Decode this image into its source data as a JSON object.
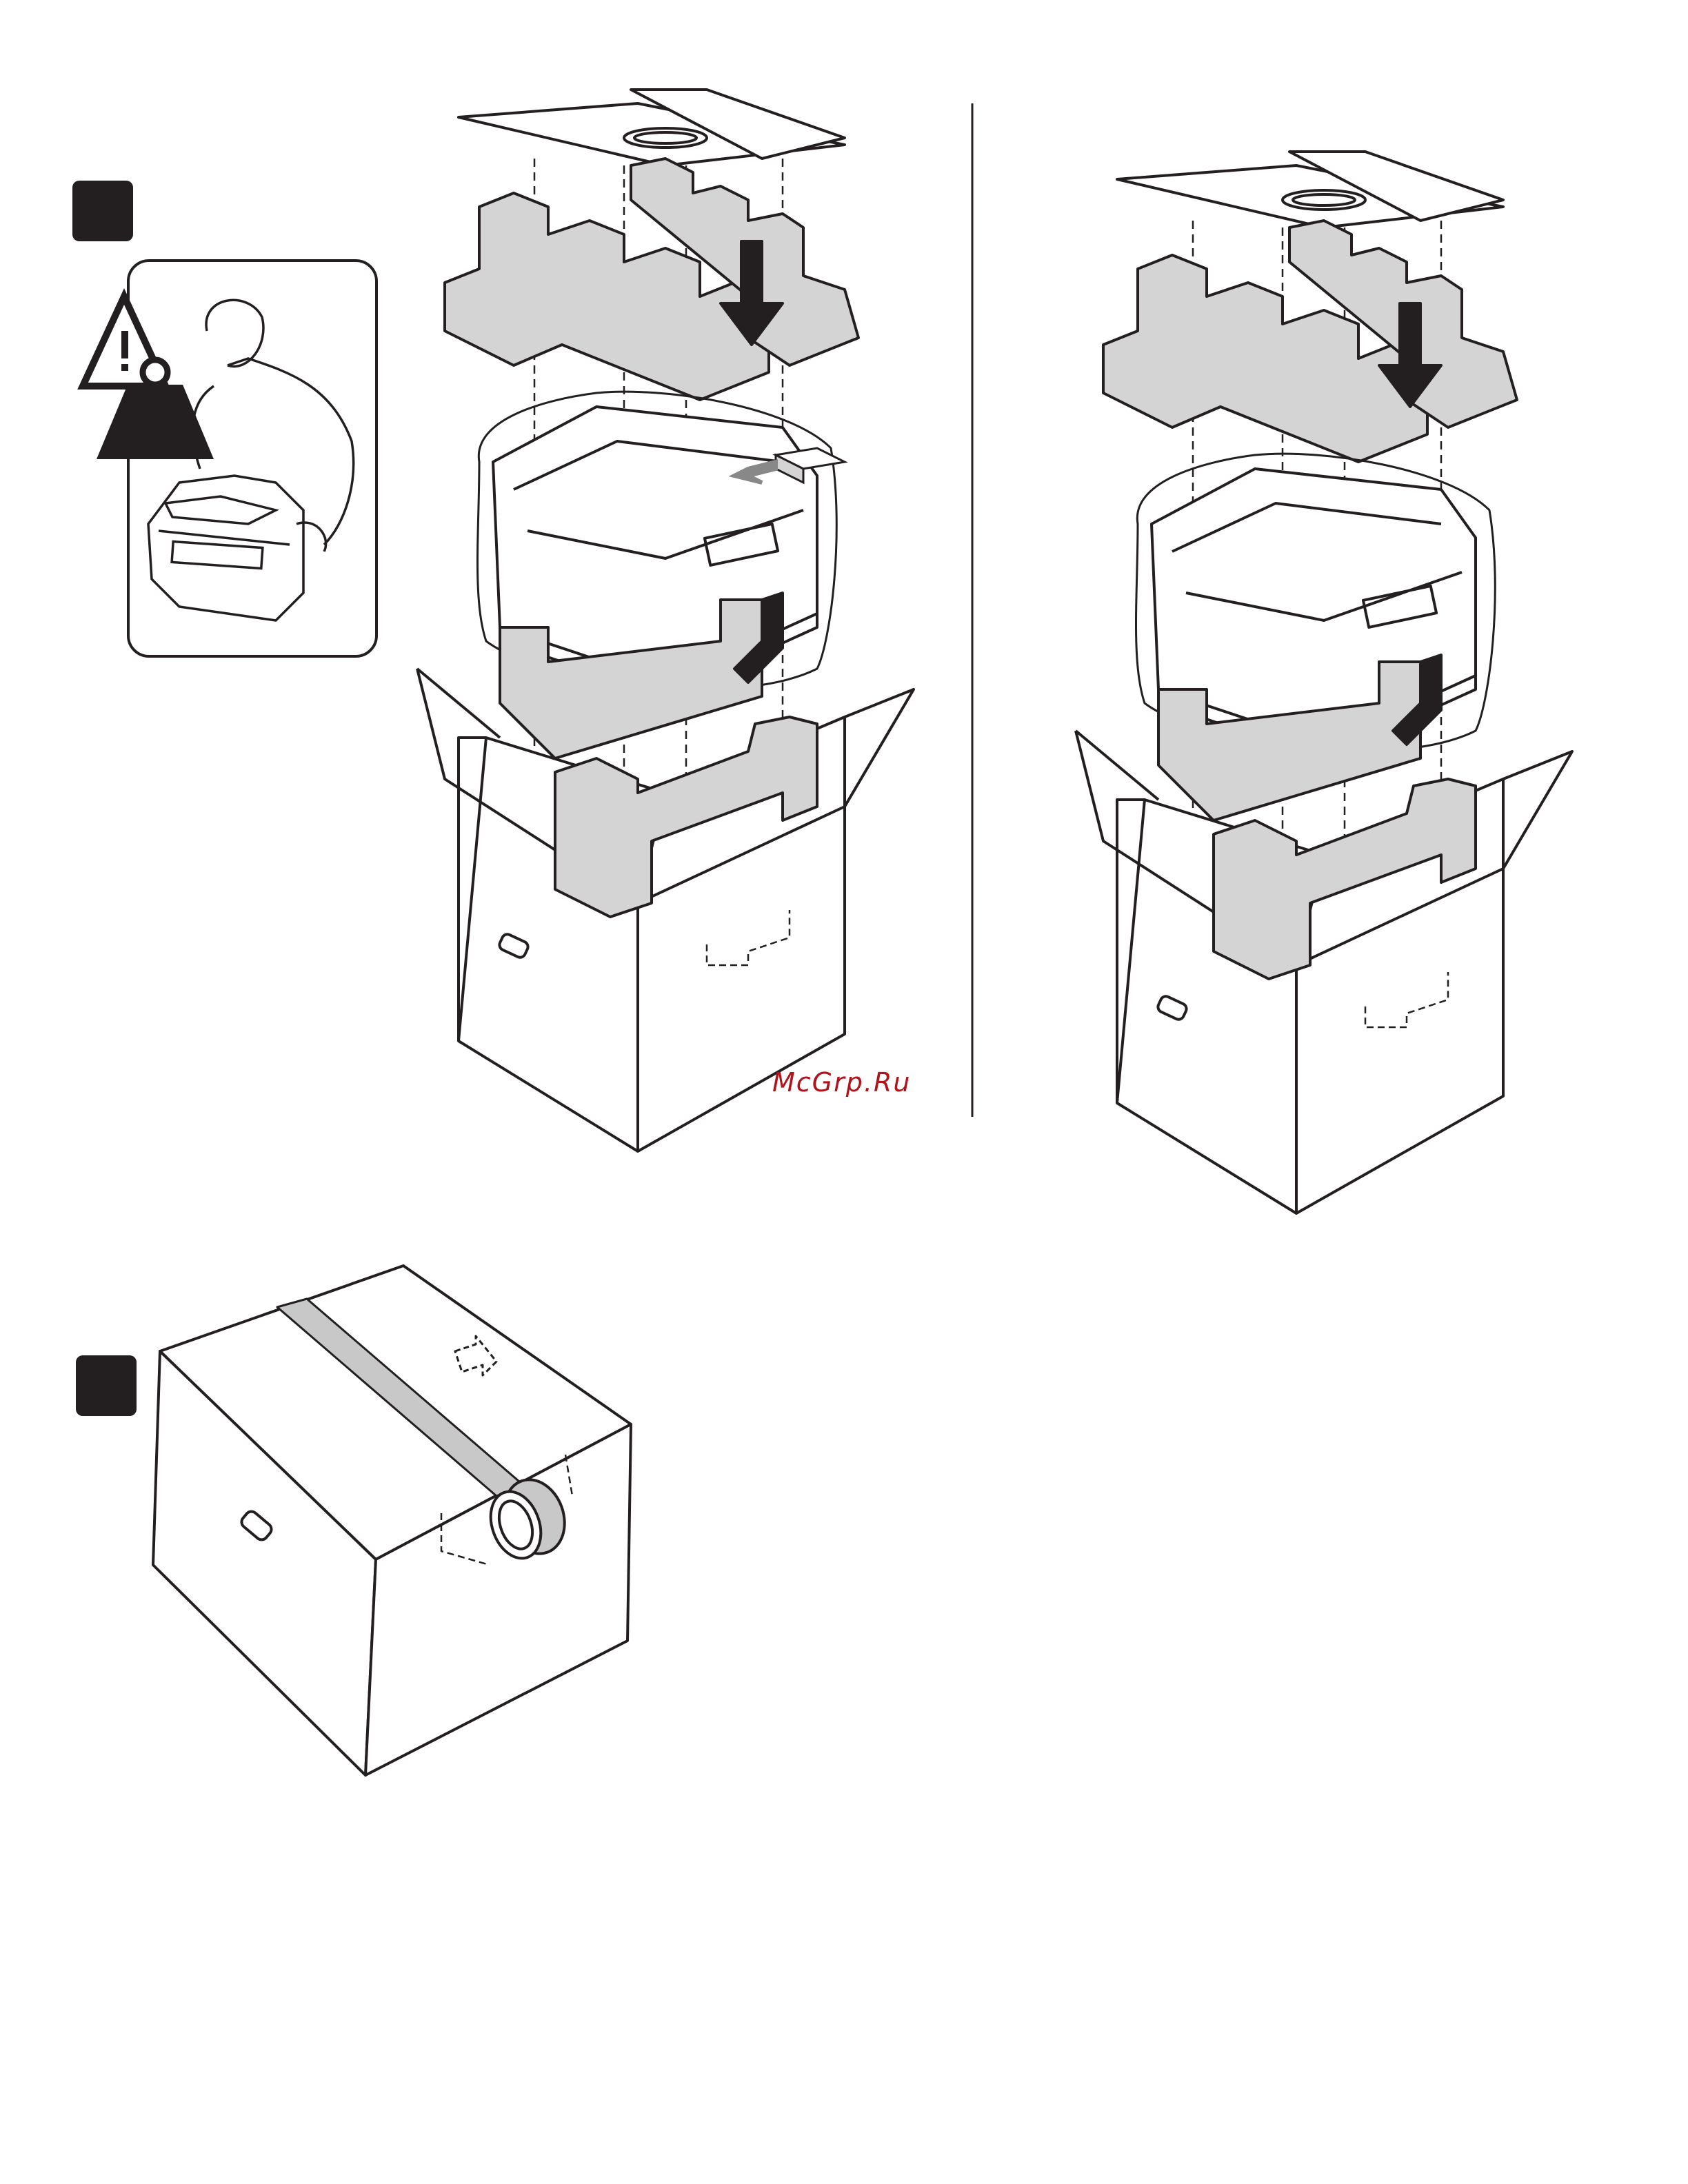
{
  "watermark": {
    "text": "McGrp.Ru",
    "color": "#b0141a"
  },
  "step_markers": [
    {
      "id": "step-1",
      "fill": "#231f20"
    },
    {
      "id": "step-2",
      "fill": "#231f20"
    }
  ],
  "colors": {
    "line": "#231f20",
    "foam": "#d4d4d4",
    "tape": "#c8c8c8",
    "arrow_grey": "#888888"
  },
  "icons": [
    "warning-triangle-icon",
    "heavy-weight-icon",
    "person-lifting-printer-icon",
    "power-cord-icon",
    "down-arrow-icon",
    "tape-roll-icon",
    "this-side-up-arrow-icon"
  ]
}
